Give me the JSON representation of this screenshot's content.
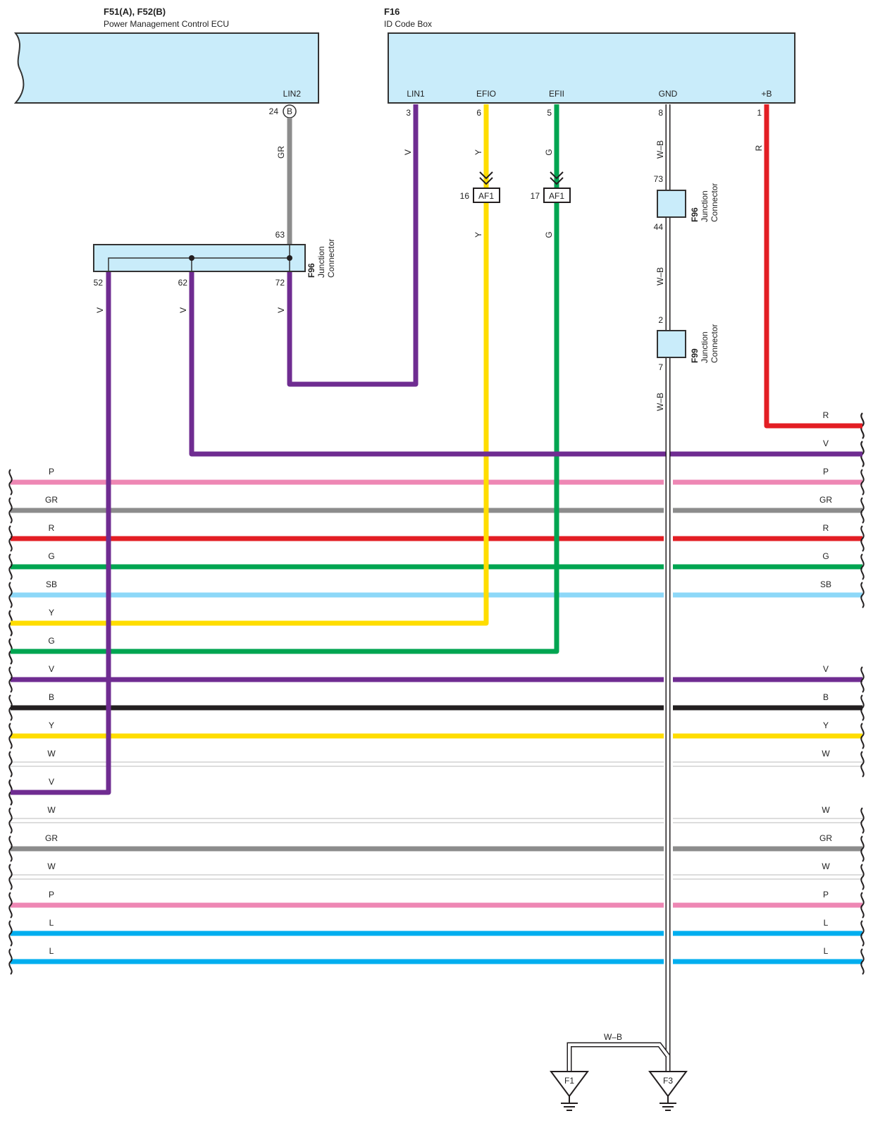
{
  "components": {
    "ecu": {
      "id": "F51(A), F52(B)",
      "name": "Power Management Control ECU"
    },
    "idbox": {
      "id": "F16",
      "name": "ID Code Box"
    }
  },
  "pins": {
    "lin2": {
      "name": "LIN2",
      "num": "24",
      "conn": "B"
    },
    "lin1": {
      "name": "LIN1",
      "num": "3"
    },
    "efio": {
      "name": "EFIO",
      "num": "6"
    },
    "efii": {
      "name": "EFII",
      "num": "5"
    },
    "gnd": {
      "name": "GND",
      "num": "8"
    },
    "b": {
      "name": "+B",
      "num": "1"
    }
  },
  "junctions": {
    "f96_main": {
      "id": "F96",
      "name1": "Junction",
      "name2": "Connector",
      "pin_in": "63",
      "pin_a": "52",
      "pin_b": "62",
      "pin_c": "72"
    },
    "f96_small": {
      "id": "F96",
      "name1": "Junction",
      "name2": "Connector",
      "pin_top": "73",
      "pin_bot": "44"
    },
    "f99": {
      "id": "F99",
      "name1": "Junction",
      "name2": "Connector",
      "pin_top": "2",
      "pin_bot": "7"
    }
  },
  "connectors": {
    "af1_efio": {
      "id": "AF1",
      "pin": "16"
    },
    "af1_efii": {
      "id": "AF1",
      "pin": "17"
    }
  },
  "wire_labels": {
    "lin2": "GR",
    "lin1": "V",
    "efio_top": "Y",
    "efio_bot": "Y",
    "efii_top": "G",
    "efii_bot": "G",
    "gnd_1": "W–B",
    "gnd_2": "W–B",
    "gnd_3": "W–B",
    "b_pwr": "R",
    "jc_52": "V",
    "jc_62": "V",
    "jc_72": "V",
    "ground_link": "W–B"
  },
  "grounds": {
    "f1": "F1",
    "f3": "F3"
  },
  "bus": [
    {
      "left": "",
      "right": "R",
      "color": "#e31e24"
    },
    {
      "left": "",
      "right": "V",
      "color": "#6f2c91"
    },
    {
      "left": "P",
      "right": "P",
      "color": "#ee87b4"
    },
    {
      "left": "GR",
      "right": "GR",
      "color": "#8c8c8c"
    },
    {
      "left": "R",
      "right": "R",
      "color": "#e31e24"
    },
    {
      "left": "G",
      "right": "G",
      "color": "#00a551"
    },
    {
      "left": "SB",
      "right": "SB",
      "color": "#8dd8f8"
    },
    {
      "left": "Y",
      "right": "",
      "color": "#ffdd00"
    },
    {
      "left": "G",
      "right": "",
      "color": "#00a551"
    },
    {
      "left": "V",
      "right": "V",
      "color": "#6f2c91"
    },
    {
      "left": "B",
      "right": "B",
      "color": "#231f20"
    },
    {
      "left": "Y",
      "right": "Y",
      "color": "#ffdd00"
    },
    {
      "left": "W",
      "right": "W",
      "color": "#ffffff"
    },
    {
      "left": "V",
      "right": "",
      "color": "#6f2c91"
    },
    {
      "left": "W",
      "right": "W",
      "color": "#ffffff"
    },
    {
      "left": "GR",
      "right": "GR",
      "color": "#8c8c8c"
    },
    {
      "left": "W",
      "right": "W",
      "color": "#ffffff"
    },
    {
      "left": "P",
      "right": "P",
      "color": "#ee87b4"
    },
    {
      "left": "L",
      "right": "L",
      "color": "#00aeef"
    },
    {
      "left": "L",
      "right": "L",
      "color": "#00aeef"
    }
  ],
  "colors": {
    "box_fill": "#c9ecfa",
    "V": "#6f2c91",
    "Y": "#ffdd00",
    "G": "#00a551",
    "R": "#e31e24",
    "GR": "#8c8c8c"
  }
}
